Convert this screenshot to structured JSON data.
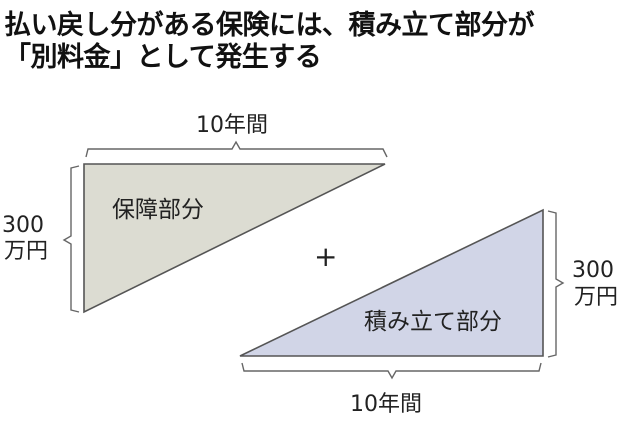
{
  "title": {
    "line1": "払い戻し分がある保険には、積み立て部分が",
    "line2": "「別料金」として発生する"
  },
  "protection": {
    "label": "保障部分",
    "duration_label": "10年間",
    "amount_line1": "300",
    "amount_line2": "万円",
    "fill_color": "#dcdcd2"
  },
  "operator": "+",
  "savings": {
    "label": "積み立て部分",
    "duration_label": "10年間",
    "amount_line1": "300",
    "amount_line2": "万円",
    "fill_color": "#d1d5e7"
  },
  "colors": {
    "stroke": "#555555",
    "text": "#222222",
    "background": "#ffffff"
  }
}
